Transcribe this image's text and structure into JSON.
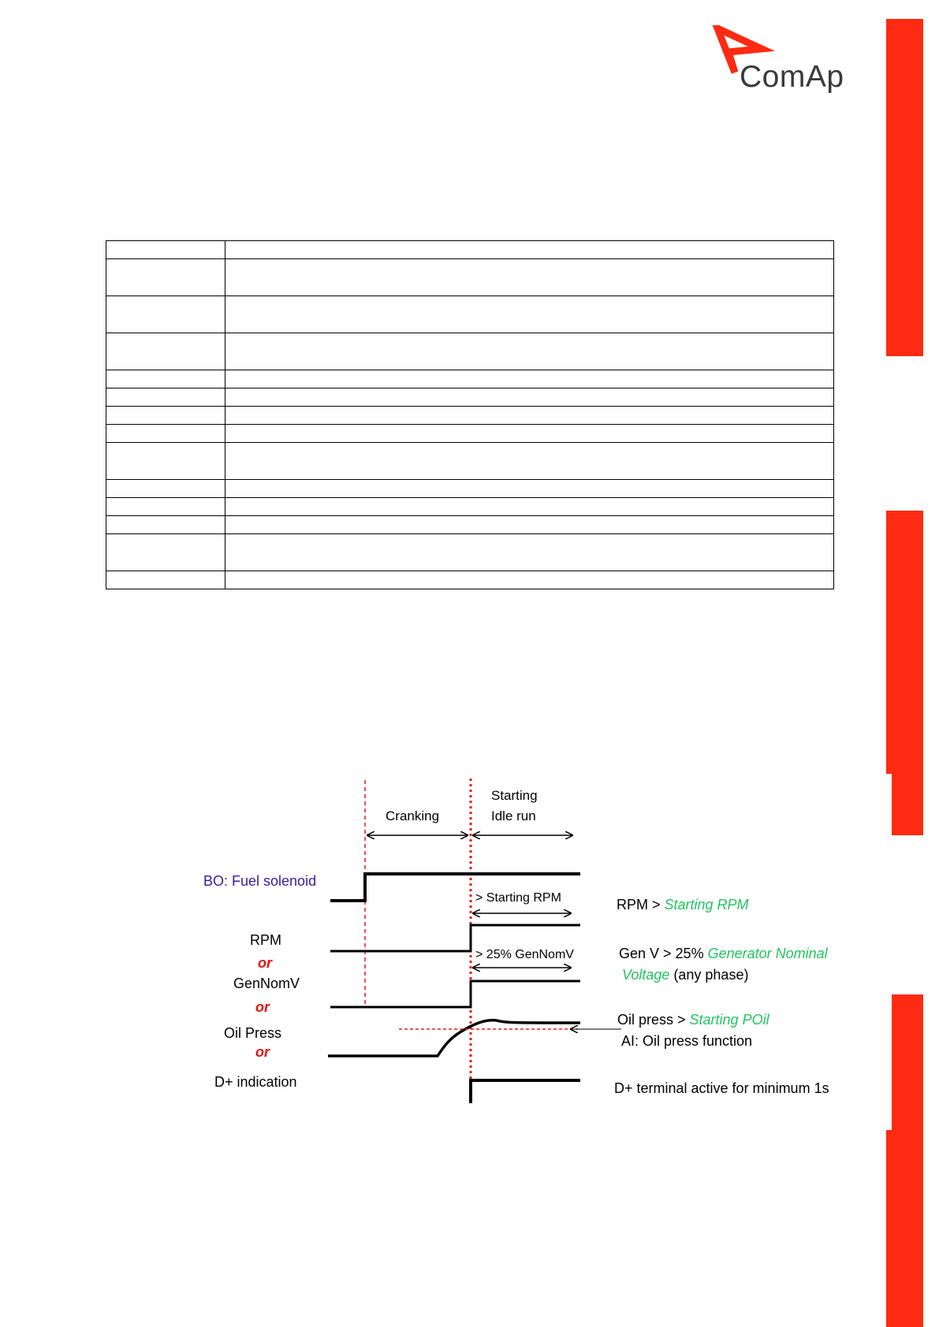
{
  "logo": {
    "text": "ComAp",
    "brand_color": "#ff2a12"
  },
  "table": {
    "rows": [
      {
        "cells": [
          "",
          ""
        ],
        "tall": false
      },
      {
        "cells": [
          "",
          ""
        ],
        "tall": true
      },
      {
        "cells": [
          "",
          ""
        ],
        "tall": true
      },
      {
        "cells": [
          "",
          ""
        ],
        "tall": true
      },
      {
        "cells": [
          "",
          ""
        ],
        "tall": false
      },
      {
        "cells": [
          "",
          ""
        ],
        "tall": false
      },
      {
        "cells": [
          "",
          ""
        ],
        "tall": false
      },
      {
        "cells": [
          "",
          ""
        ],
        "tall": false
      },
      {
        "cells": [
          "",
          ""
        ],
        "tall": true
      },
      {
        "cells": [
          "",
          ""
        ],
        "tall": false
      },
      {
        "cells": [
          "",
          ""
        ],
        "tall": false
      },
      {
        "cells": [
          "",
          ""
        ],
        "tall": false
      },
      {
        "cells": [
          "",
          ""
        ],
        "tall": true
      },
      {
        "cells": [
          "",
          ""
        ],
        "tall": false
      }
    ]
  },
  "diagram": {
    "phase_cranking": "Cranking",
    "phase_starting": "Starting",
    "phase_idle": "Idle run",
    "label_fuel": "BO: Fuel solenoid",
    "label_rpm": "RPM",
    "label_or1": "or",
    "label_gennomv": "GenNomV",
    "label_or2": "or",
    "label_oilpress": "Oil Press",
    "label_or3": "or",
    "label_dplus": "D+ indication",
    "arrow_starting_rpm": "> Starting RPM",
    "arrow_gennomv": "> 25% GenNomV",
    "desc_rpm_prefix": "RPM > ",
    "desc_rpm_param": "Starting RPM",
    "desc_genv_prefix": "Gen V > 25% ",
    "desc_genv_param1": "Generator Nominal",
    "desc_genv_param2": "Voltage",
    "desc_genv_suffix": " (any phase)",
    "desc_oil_prefix": "Oil press > ",
    "desc_oil_param": "Starting POil",
    "desc_oil_line2": "AI: Oil press function",
    "desc_dplus": "D+ terminal active for minimum 1s",
    "colors": {
      "param_green": "#22c55e",
      "or_red": "#e81010",
      "fuel_blue": "#3a1aa0",
      "guide_red": "#e01b1b"
    }
  }
}
